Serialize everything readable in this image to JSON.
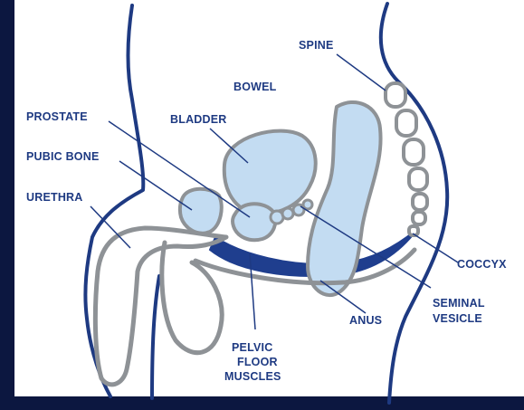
{
  "labels": {
    "spine": "SPINE",
    "bowel": "BOWEL",
    "prostate": "PROSTATE",
    "bladder": "BLADDER",
    "pubic_bone": "PUBIC BONE",
    "urethra": "URETHRA",
    "coccyx": "COCCYX",
    "anus": "ANUS",
    "seminal_vesicle": [
      "SEMINAL",
      "VESICLE"
    ],
    "pelvic_floor_muscles": [
      "PELVIC",
      "FLOOR",
      "MUSCLES"
    ]
  },
  "colors": {
    "background": "#0c1740",
    "canvas": "#ffffff",
    "outline": "#1e3a82",
    "organ_fill": "#c3dcf2",
    "organ_stroke": "#8e9296",
    "muscle": "#1f3e8e",
    "label_text": "#1e3a82"
  }
}
